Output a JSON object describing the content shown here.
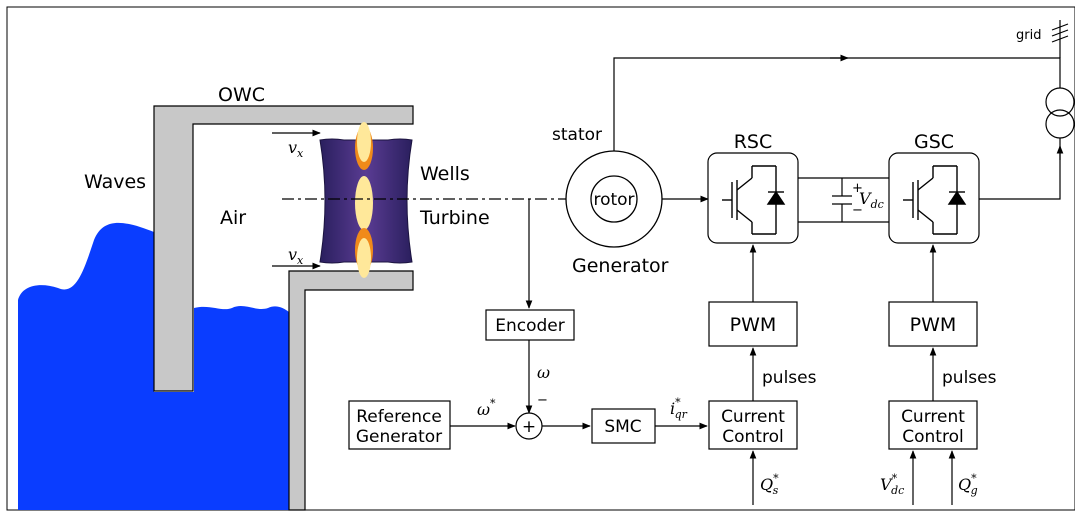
{
  "labels": {
    "owc": "OWC",
    "waves": "Waves",
    "air": "Air",
    "wells": "Wells",
    "turbine": "Turbine",
    "stator": "stator",
    "rotor": "rotor",
    "generator": "Generator",
    "rsc": "RSC",
    "gsc": "GSC",
    "grid": "grid",
    "pulses_rsc": "pulses",
    "pulses_gsc": "pulses",
    "vx": "v",
    "vx_sub": "x",
    "vdc": "V",
    "vdc_sub": "dc",
    "omega": "ω",
    "omega_star": "ω",
    "star": "*",
    "iqr": "i",
    "iqr_sub": "qr",
    "qs": "Q",
    "qs_sub": "s",
    "vdc_ref": "V",
    "vdc_ref_sub": "dc",
    "qg": "Q",
    "qg_sub": "g",
    "plus": "+",
    "minus": "−"
  },
  "blocks": {
    "encoder": "Encoder",
    "reference_generator_line1": "Reference",
    "reference_generator_line2": "Generator",
    "smc": "SMC",
    "pwm_rsc": "PWM",
    "pwm_gsc": "PWM",
    "current_control_rsc_line1": "Current",
    "current_control_rsc_line2": "Control",
    "current_control_gsc_line1": "Current",
    "current_control_gsc_line2": "Control"
  },
  "colors": {
    "water": "#0a3dff",
    "wall": "#c8c8c8",
    "turbine_body": "#3e2a78",
    "blade_core": "#ffe89a",
    "blade_glow": "#f08a1a"
  }
}
